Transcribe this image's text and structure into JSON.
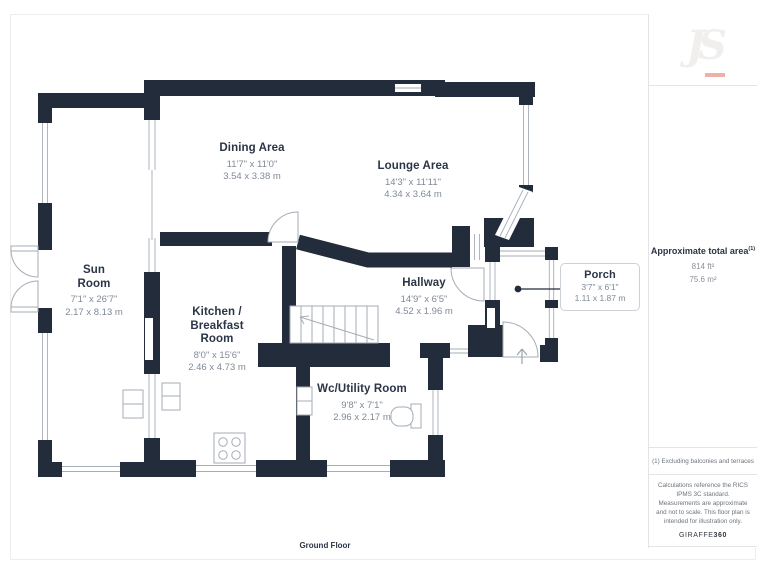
{
  "rooms": {
    "dining": {
      "name": "Dining Area",
      "imperial": "11'7\" x 11'0\"",
      "metric": "3.54 x 3.38 m"
    },
    "lounge": {
      "name": "Lounge Area",
      "imperial": "14'3\" x 11'11\"",
      "metric": "4.34 x 3.64 m"
    },
    "sun": {
      "name_line_1": "Sun",
      "name_line_2": "Room",
      "imperial": "7'1\" x 26'7\"",
      "metric": "2.17 x 8.13 m"
    },
    "kitchen": {
      "name_line_1": "Kitchen /",
      "name_line_2": "Breakfast",
      "name_line_3": "Room",
      "imperial": "8'0\" x 15'6\"",
      "metric": "2.46 x 4.73 m"
    },
    "hallway": {
      "name": "Hallway",
      "imperial": "14'9\" x 6'5\"",
      "metric": "4.52 x 1.96 m"
    },
    "porch": {
      "name": "Porch",
      "imperial": "3'7\" x 6'1\"",
      "metric": "1.11 x 1.87 m"
    },
    "wc": {
      "name": "Wc/Utility Room",
      "imperial": "9'8\" x 7'1\"",
      "metric": "2.96 x 2.17 m"
    }
  },
  "footer": {
    "floor_label": "Ground Floor"
  },
  "sidebar": {
    "logo_text": "JS",
    "total_area_label": "Approximate total area",
    "total_area_superscript": "(1)",
    "total_area_ft": "814 ft²",
    "total_area_m": "75.6 m²",
    "footnote": "(1) Excluding balconies and terraces",
    "disclaimer": "Calculations reference the RICS IPMS 3C standard. Measurements are approximate and not to scale. This floor plan is intended for illustration only.",
    "brand_name": "GIRAFFE",
    "brand_number": "360"
  },
  "colors": {
    "wall": "#232c3a",
    "window_line": "#a6adb6",
    "label_text": "#2b3547",
    "dimension_text": "#808a97",
    "logo_text": "#f1eeee",
    "logo_accent": "#efb0aa"
  }
}
